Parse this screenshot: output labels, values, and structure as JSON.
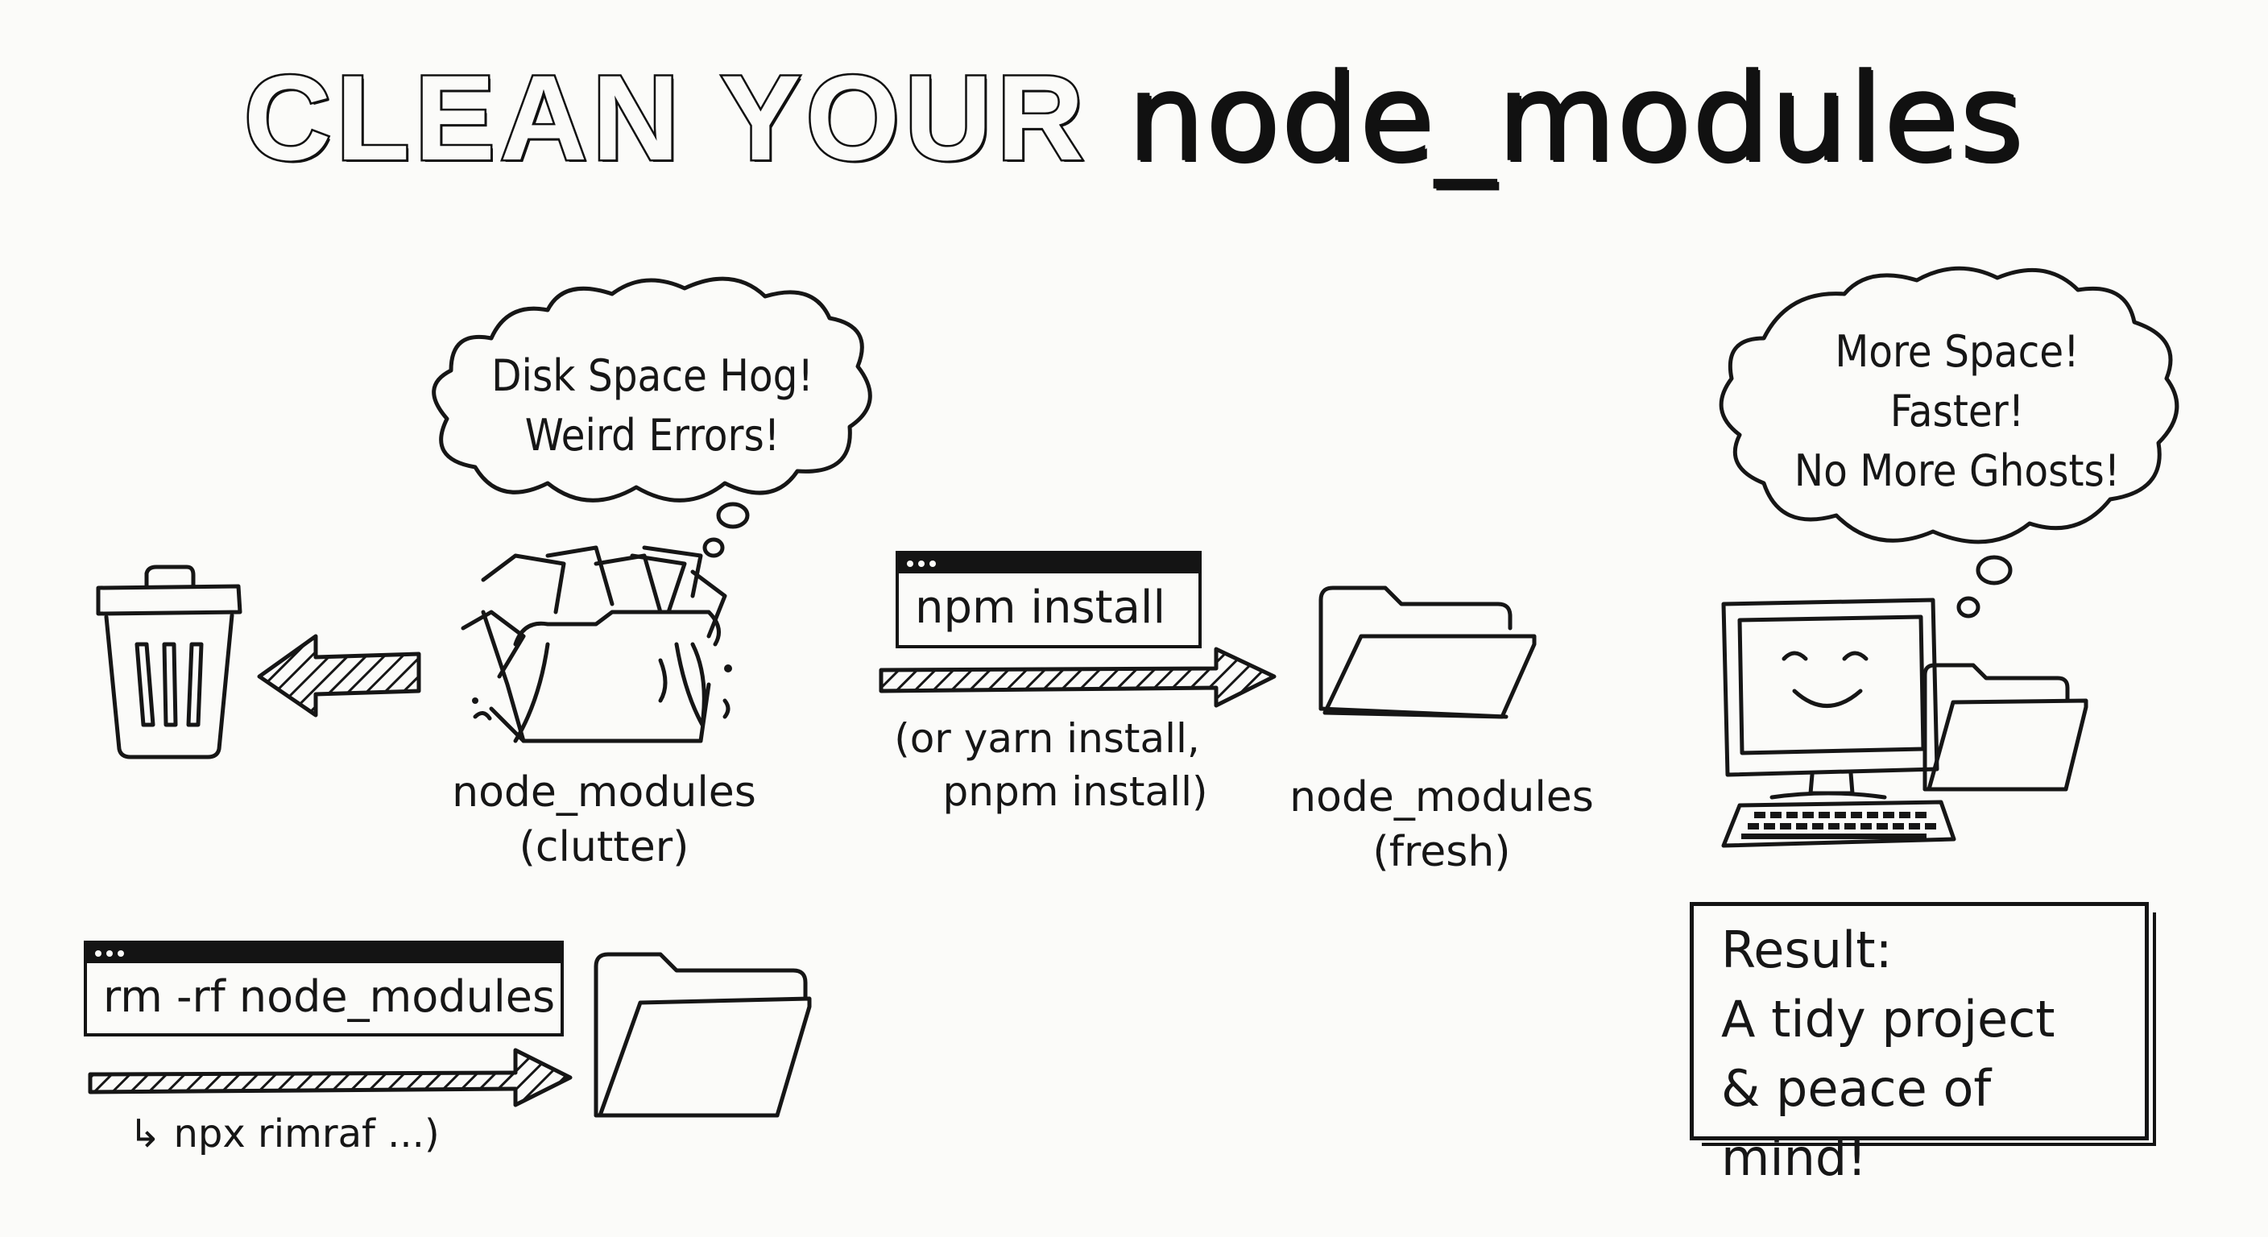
{
  "title": {
    "caps": "CLEAN YOUR",
    "lower": "node_modules"
  },
  "clutter_bubble": {
    "line1": "Disk Space Hog!",
    "line2": "Weird Errors!"
  },
  "clutter_label": {
    "line1": "node_modules",
    "line2": "(clutter)"
  },
  "install_terminal": {
    "command": "npm install"
  },
  "install_alternatives": {
    "line1": "(or yarn install,",
    "line2": "pnpm install)"
  },
  "fresh_label": {
    "line1": "node_modules",
    "line2": "(fresh)"
  },
  "result_bubble": {
    "line1": "More Space!",
    "line2": "Faster!",
    "line3": "No More Ghosts!"
  },
  "result_box": {
    "line1": "Result:",
    "line2": "A tidy project",
    "line3": "& peace of mind!"
  },
  "remove_terminal": {
    "command": "rm -rf node_modules"
  },
  "remove_alternative": {
    "text": "↳ npx rimraf ...)"
  },
  "icons": [
    "trash-can-icon",
    "messy-folder-icon",
    "empty-folder-icon",
    "computer-icon",
    "keyboard-icon"
  ]
}
